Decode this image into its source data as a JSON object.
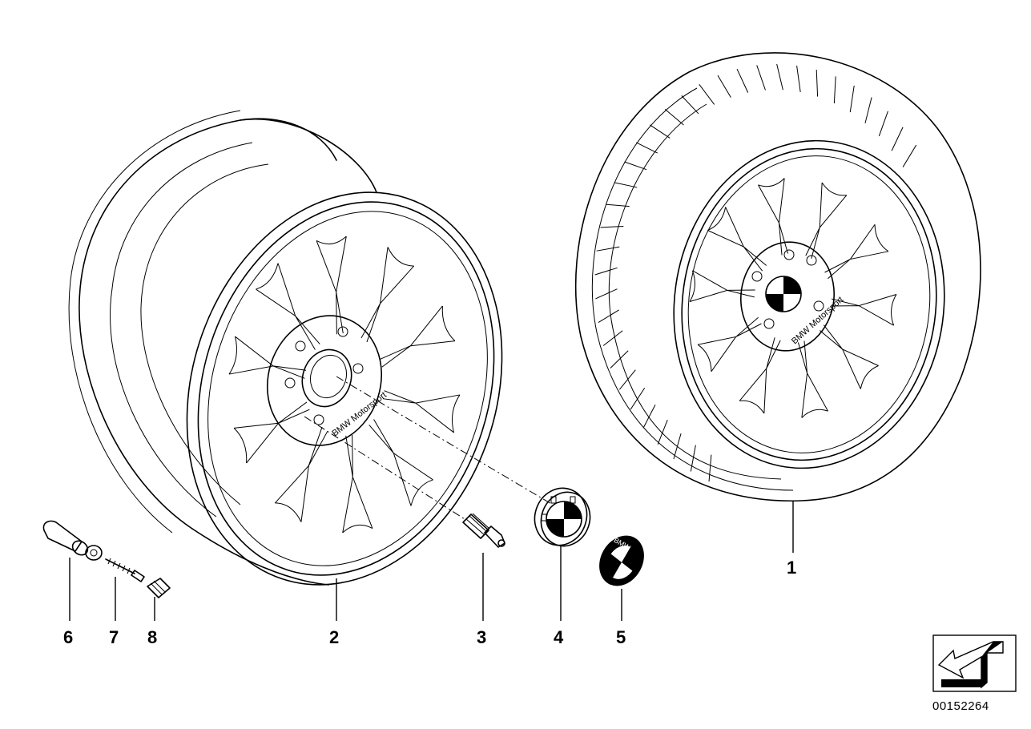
{
  "callouts": {
    "c1": "1",
    "c2": "2",
    "c3": "3",
    "c4": "4",
    "c5": "5",
    "c6": "6",
    "c7": "7",
    "c8": "8"
  },
  "rim_branding": "BMW Motorsport",
  "emblem_text": "BMW",
  "diagram_id": "00152264",
  "icons": {
    "navigation": "back-arrow-icon"
  }
}
